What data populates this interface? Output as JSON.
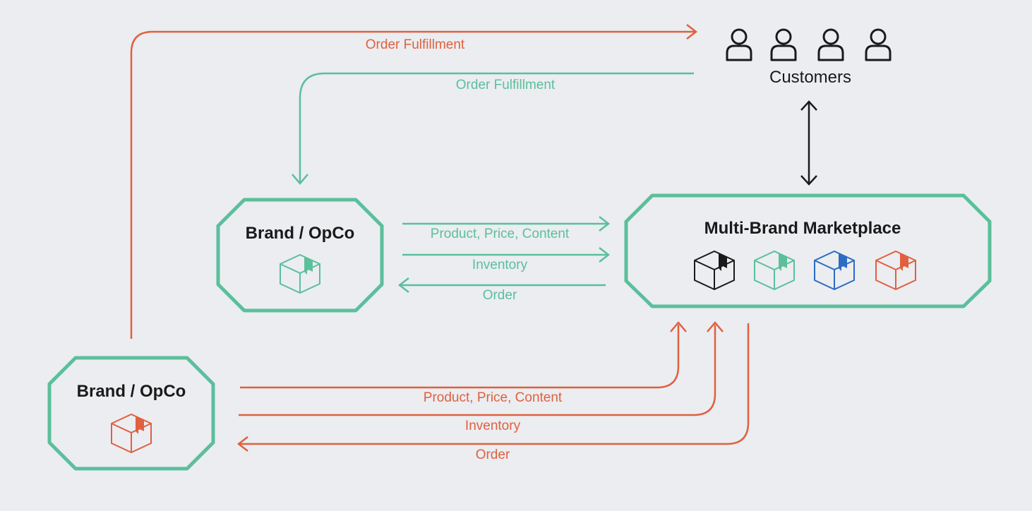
{
  "colors": {
    "background": "#ebedf0",
    "node_border": "#5bbf9b",
    "teal_flow": "#5bbf9b",
    "orange_flow": "#e06040",
    "black": "#1a1a1a",
    "blue": "#2d6bc4"
  },
  "customers": {
    "label": "Customers",
    "icon": "person-icon",
    "count": 4
  },
  "nodes": {
    "brand_top": {
      "title": "Brand / OpCo",
      "box_color": "teal"
    },
    "brand_bottom": {
      "title": "Brand / OpCo",
      "box_color": "orange"
    },
    "marketplace": {
      "title": "Multi-Brand Marketplace",
      "box_colors": [
        "black",
        "teal",
        "blue",
        "orange"
      ]
    }
  },
  "flows": {
    "orange_fulfillment": "Order Fulfillment",
    "teal_fulfillment": "Order Fulfillment",
    "teal_product": "Product, Price, Content",
    "teal_inventory": "Inventory",
    "teal_order": "Order",
    "orange_product": "Product, Price, Content",
    "orange_inventory": "Inventory",
    "orange_order": "Order"
  }
}
